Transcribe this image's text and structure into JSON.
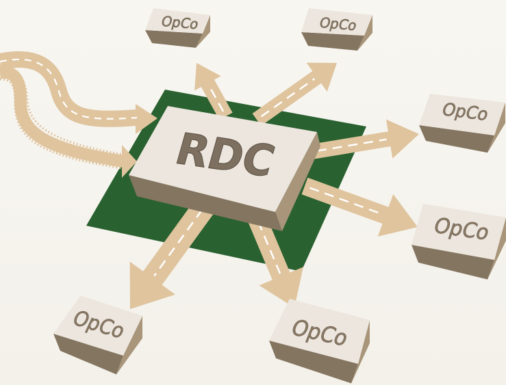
{
  "hub": {
    "label": "RDC"
  },
  "nodes": [
    {
      "id": "top-left",
      "label": "OpCo"
    },
    {
      "id": "top-right",
      "label": "OpCo"
    },
    {
      "id": "right-upper",
      "label": "OpCo"
    },
    {
      "id": "right-lower",
      "label": "OpCo"
    },
    {
      "id": "bottom-right",
      "label": "OpCo"
    },
    {
      "id": "bottom-left",
      "label": "OpCo"
    }
  ],
  "colors": {
    "background": "#f7f5f0",
    "platform": "#2a6130",
    "arrow": "#dfc49e",
    "box_top": "#ece6de",
    "box_side": "#a8957a",
    "box_front": "#847560",
    "road_dash": "#ffffff"
  },
  "inbound": [
    "road",
    "rail"
  ]
}
